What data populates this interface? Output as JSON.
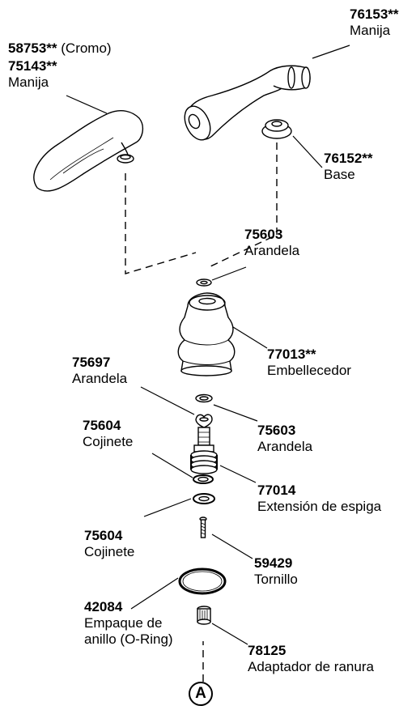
{
  "parts": [
    {
      "id": "p58753",
      "number": "58753**",
      "extra": "(Cromo)",
      "name": ""
    },
    {
      "id": "p75143",
      "number": "75143**",
      "extra": "",
      "name": "Manija"
    },
    {
      "id": "p76153",
      "number": "76153**",
      "extra": "",
      "name": "Manija"
    },
    {
      "id": "p76152",
      "number": "76152**",
      "extra": "",
      "name": "Base"
    },
    {
      "id": "p75603a",
      "number": "75603",
      "extra": "",
      "name": "Arandela"
    },
    {
      "id": "p77013",
      "number": "77013**",
      "extra": "",
      "name": "Embellecedor"
    },
    {
      "id": "p75697",
      "number": "75697",
      "extra": "",
      "name": "Arandela"
    },
    {
      "id": "p75603b",
      "number": "75603",
      "extra": "",
      "name": "Arandela"
    },
    {
      "id": "p75604a",
      "number": "75604",
      "extra": "",
      "name": "Cojinete"
    },
    {
      "id": "p77014",
      "number": "77014",
      "extra": "",
      "name": "Extensión de espiga"
    },
    {
      "id": "p75604b",
      "number": "75604",
      "extra": "",
      "name": "Cojinete"
    },
    {
      "id": "p59429",
      "number": "59429",
      "extra": "",
      "name": "Tornillo"
    },
    {
      "id": "p42084",
      "number": "42084",
      "extra": "",
      "name": "Empaque de",
      "name2": "anillo (O-Ring)"
    },
    {
      "id": "p78125",
      "number": "78125",
      "extra": "",
      "name": "Adaptador de ranura"
    }
  ],
  "reference_marker": "A"
}
